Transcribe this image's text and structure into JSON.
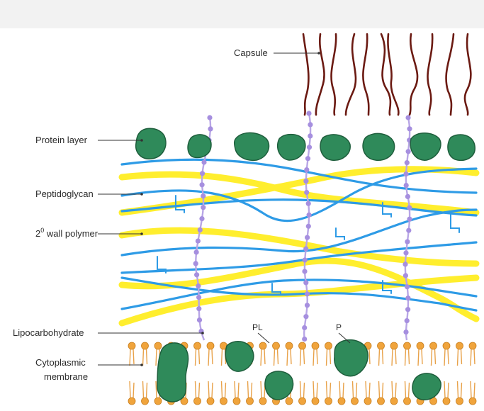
{
  "labels": {
    "capsule": "Capsule",
    "protein_layer": "Protein layer",
    "peptidoglycan": "Peptidoglycan",
    "wall_polymer_sup": "0",
    "wall_polymer_prefix": "2",
    "wall_polymer_text": " wall polymer",
    "lipocarbohydrate": "Lipocarbohydrate",
    "cytoplasmic_1": "Cytoplasmic",
    "cytoplasmic_2": "membrane",
    "pl": "PL",
    "p": "P"
  },
  "colors": {
    "capsule": "#6b1a12",
    "protein": "#2f8a5a",
    "protein_edge": "#1e5e3c",
    "peptidoglycan": "#2e9be6",
    "wall_polymer": "#ffee2e",
    "lipocarbohydrate": "#b8a6e6",
    "lipo_dot": "#a68fdf",
    "lipid_head": "#f0a43c",
    "lipid_tail": "#e8a24a",
    "leader": "#333333"
  }
}
